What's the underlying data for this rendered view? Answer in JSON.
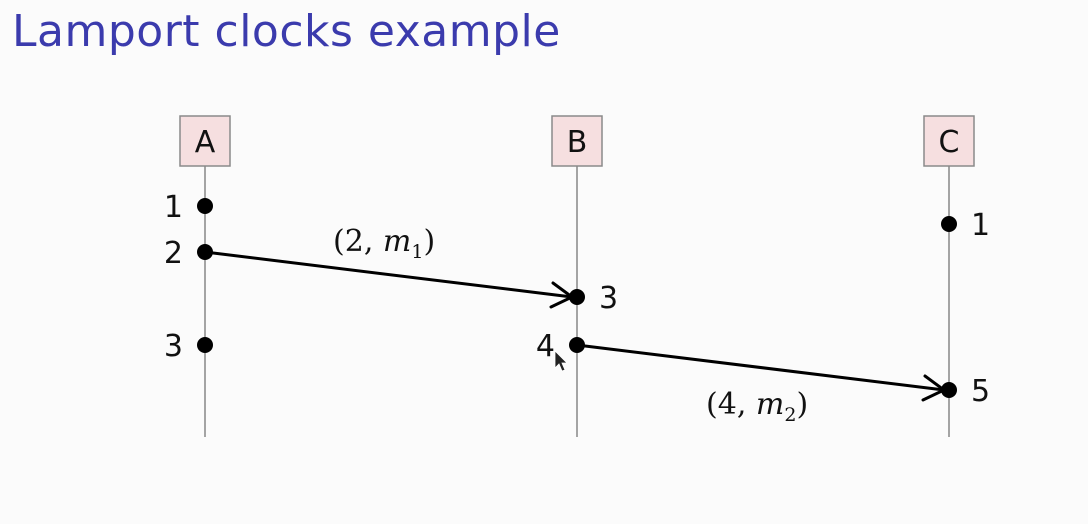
{
  "slide": {
    "title": "Lamport clocks example"
  },
  "processes": [
    {
      "id": "A",
      "label": "A"
    },
    {
      "id": "B",
      "label": "B"
    },
    {
      "id": "C",
      "label": "C"
    }
  ],
  "events": [
    {
      "process": "A",
      "timestamp": "1"
    },
    {
      "process": "A",
      "timestamp": "2"
    },
    {
      "process": "A",
      "timestamp": "3"
    },
    {
      "process": "B",
      "timestamp": "3"
    },
    {
      "process": "B",
      "timestamp": "4"
    },
    {
      "process": "C",
      "timestamp": "1"
    },
    {
      "process": "C",
      "timestamp": "5"
    }
  ],
  "messages": [
    {
      "from": "A",
      "to": "B",
      "label_time": "2",
      "label_msg": "m",
      "label_sub": "1"
    },
    {
      "from": "B",
      "to": "C",
      "label_time": "4",
      "label_msg": "m",
      "label_sub": "2"
    }
  ],
  "colors": {
    "title": "#3b3bad",
    "process_box_fill": "#f6dfe0"
  }
}
